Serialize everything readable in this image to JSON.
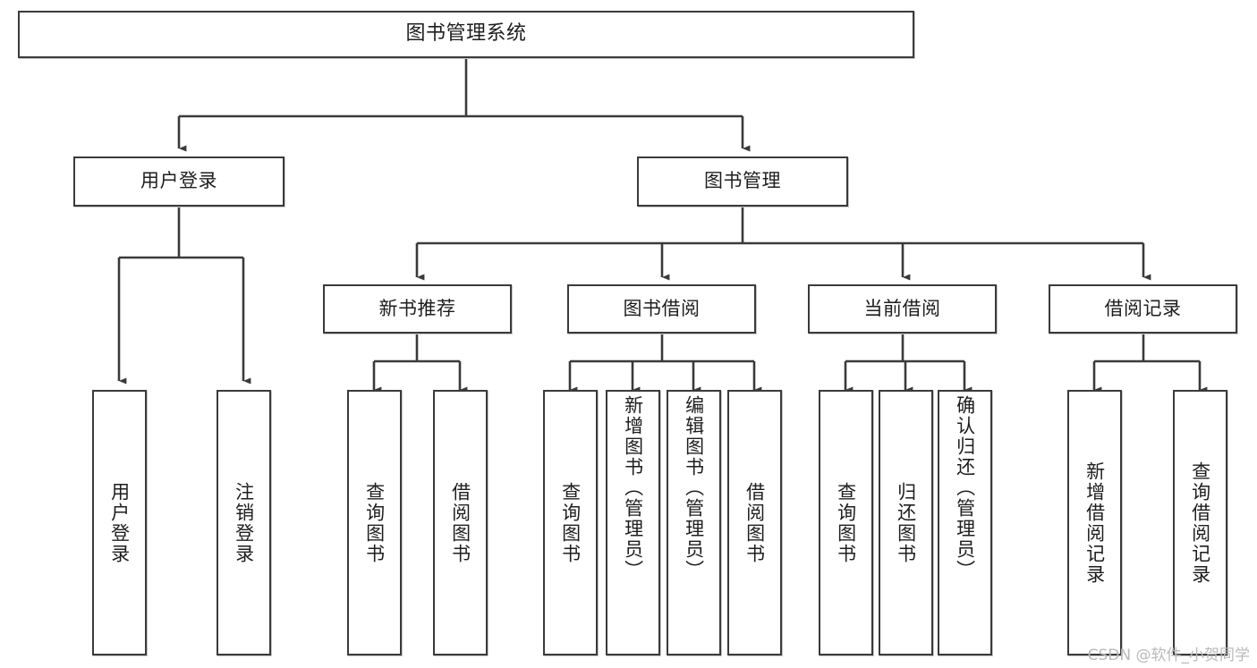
{
  "diagram": {
    "title": "图书管理系统",
    "type": "tree-hierarchy",
    "watermark": "CSDN @软件_小贺同学",
    "colors": {
      "stroke": "#3a3a3a",
      "fill": "#ffffff",
      "text": "#1e1e1e",
      "shadow": "#c9c9c9",
      "watermark": "#b9b9b9"
    },
    "nodes": {
      "root": {
        "label": "图书管理系统"
      },
      "level2": [
        {
          "id": "user-login",
          "label": "用户登录"
        },
        {
          "id": "book-manage",
          "label": "图书管理"
        }
      ],
      "level3": [
        {
          "id": "new-book-rec",
          "label": "新书推荐"
        },
        {
          "id": "book-borrow",
          "label": "图书借阅"
        },
        {
          "id": "current-borrow",
          "label": "当前借阅"
        },
        {
          "id": "borrow-record",
          "label": "借阅记录"
        }
      ],
      "leaves": {
        "user_login": [
          {
            "id": "leaf-user-login",
            "label": "用户登录"
          },
          {
            "id": "leaf-user-logout",
            "label": "注销登录"
          }
        ],
        "new_book_rec": [
          {
            "id": "leaf-query-book-1",
            "label": "查询图书"
          },
          {
            "id": "leaf-borrow-book-1",
            "label": "借阅图书"
          }
        ],
        "book_borrow": [
          {
            "id": "leaf-query-book-2",
            "label": "查询图书"
          },
          {
            "id": "leaf-add-book",
            "label": "新增图书（管理员）"
          },
          {
            "id": "leaf-edit-book",
            "label": "编辑图书（管理员）"
          },
          {
            "id": "leaf-borrow-book-2",
            "label": "借阅图书"
          }
        ],
        "current_borrow": [
          {
            "id": "leaf-query-book-3",
            "label": "查询图书"
          },
          {
            "id": "leaf-return-book",
            "label": "归还图书"
          },
          {
            "id": "leaf-confirm-return",
            "label": "确认归还（管理员）"
          }
        ],
        "borrow_record": [
          {
            "id": "leaf-add-record",
            "label": "新增借阅记录"
          },
          {
            "id": "leaf-query-record",
            "label": "查询借阅记录"
          }
        ]
      }
    }
  }
}
